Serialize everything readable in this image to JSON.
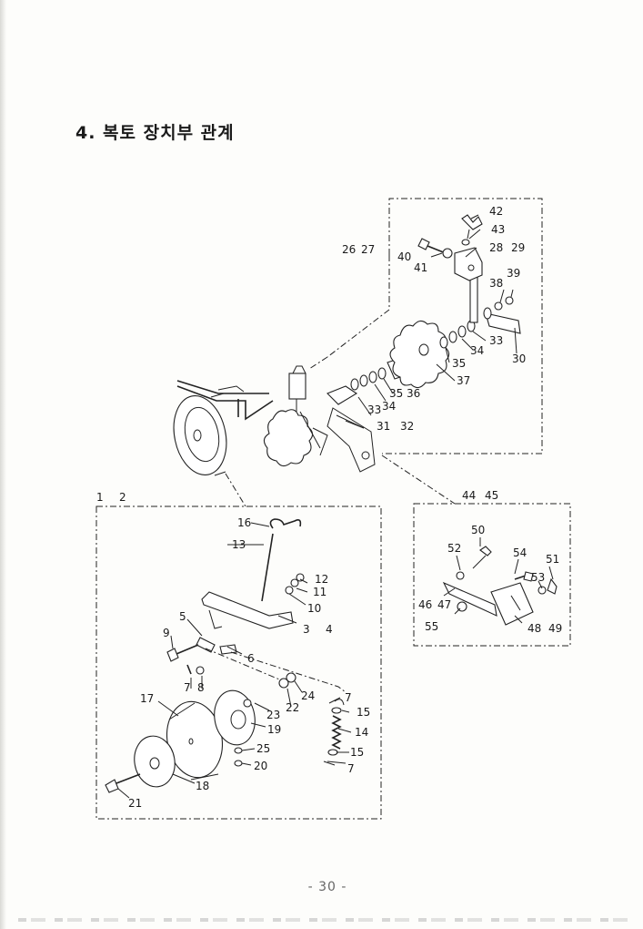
{
  "title": "4. 복토 장치부 관계",
  "page_number": "- 30 -",
  "labels": {
    "l1": "1",
    "l2": "2",
    "l3": "3",
    "l4": "4",
    "l5": "5",
    "l6": "6",
    "l7a": "7",
    "l7b": "7",
    "l7c": "7",
    "l8": "8",
    "l9": "9",
    "l10": "10",
    "l11": "11",
    "l12": "12",
    "l13": "13",
    "l14": "14",
    "l15a": "15",
    "l15b": "15",
    "l16": "16",
    "l17": "17",
    "l18": "18",
    "l19": "19",
    "l20": "20",
    "l21": "21",
    "l22": "22",
    "l23": "23",
    "l24": "24",
    "l25": "25",
    "l26": "26",
    "l27": "27",
    "l28": "28",
    "l29": "29",
    "l30": "30",
    "l31": "31",
    "l32": "32",
    "l33a": "33",
    "l33b": "33",
    "l34a": "34",
    "l34b": "34",
    "l35a": "35",
    "l35b": "35",
    "l36": "36",
    "l37": "37",
    "l38": "38",
    "l39": "39",
    "l40": "40",
    "l41": "41",
    "l42": "42",
    "l43": "43",
    "l44": "44",
    "l45": "45",
    "l46": "46",
    "l47": "47",
    "l48": "48",
    "l49": "49",
    "l50": "50",
    "l51": "51",
    "l52": "52",
    "l53": "53",
    "l54": "54",
    "l55": "55"
  }
}
